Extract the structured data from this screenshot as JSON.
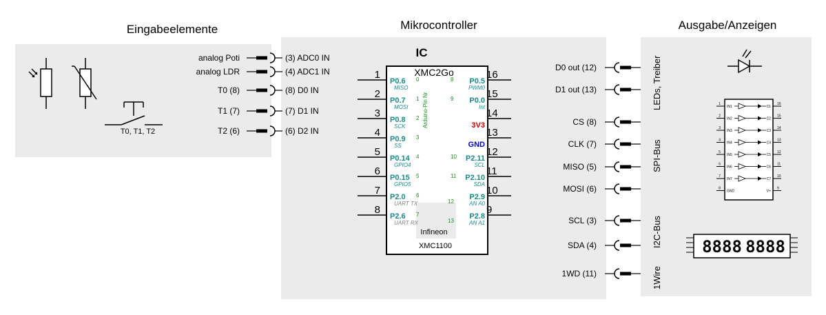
{
  "sections": {
    "input_title": "Eingabeelemente",
    "mcu_title": "Mikrocontroller",
    "output_title": "Ausgabe/Anzeigen"
  },
  "input_panel": {
    "switch_label": "T0, T1, T2"
  },
  "input_connectors": [
    {
      "signal": "analog Poti",
      "pin": "(3) ADC0 IN"
    },
    {
      "signal": "analog LDR",
      "pin": "(4) ADC1 IN"
    },
    {
      "signal": "T0 (8)",
      "pin": "(8) D0 IN"
    },
    {
      "signal": "T1 (7)",
      "pin": "(7) D1 IN"
    },
    {
      "signal": "T2 (6)",
      "pin": "(6) D2 IN"
    }
  ],
  "ic": {
    "heading": "IC",
    "name": "XMC2Go",
    "vertical_label": "Arduino-Pin Nr",
    "brand": "Infineon",
    "chip": "XMC1100",
    "left_pins": [
      {
        "num": "1",
        "name": "P0.6",
        "func": "MISO",
        "ard": "0"
      },
      {
        "num": "2",
        "name": "P0.7",
        "func": "MOSI",
        "ard": "1"
      },
      {
        "num": "3",
        "name": "P0.8",
        "func": "SCK",
        "ard": "2"
      },
      {
        "num": "4",
        "name": "P0.9",
        "func": "SS",
        "ard": "3"
      },
      {
        "num": "5",
        "name": "P0.14",
        "func": "GPIO4",
        "ard": "4"
      },
      {
        "num": "6",
        "name": "P0.15",
        "func": "GPIO5",
        "ard": "5"
      },
      {
        "num": "7",
        "name": "P2.0",
        "func": "UART TX",
        "ard": "6"
      },
      {
        "num": "8",
        "name": "P2.6",
        "func": "UART RX",
        "ard": "7"
      }
    ],
    "right_pins": [
      {
        "num": "16",
        "name": "P0.5",
        "func": "PWM0",
        "ard": "8"
      },
      {
        "num": "15",
        "name": "P0.0",
        "func": "Int",
        "ard": "9"
      },
      {
        "num": "14",
        "name": "3V3",
        "func": "",
        "ard": ""
      },
      {
        "num": "13",
        "name": "GND",
        "func": "",
        "ard": ""
      },
      {
        "num": "12",
        "name": "P2.11",
        "func": "SCL",
        "ard": "10"
      },
      {
        "num": "11",
        "name": "P2.10",
        "func": "SDA",
        "ard": "11"
      },
      {
        "num": "10",
        "name": "P2.9",
        "func": "AN A0",
        "ard": "12"
      },
      {
        "num": "9",
        "name": "P2.8",
        "func": "AN A1",
        "ard": "13"
      }
    ]
  },
  "output_connectors": [
    {
      "label": "D0 out (12)"
    },
    {
      "label": "D1 out (13)"
    },
    {
      "label": "CS (8)"
    },
    {
      "label": "CLK (7)"
    },
    {
      "label": "MISO (5)"
    },
    {
      "label": "MOSI (6)"
    },
    {
      "label": "SCL (3)"
    },
    {
      "label": "SDA (4)"
    },
    {
      "label": "1WD (11)"
    }
  ],
  "bus_labels": {
    "leds": "LEDs, Treiber",
    "spi": "SPI-Bus",
    "i2c": "I2C-Bus",
    "onewire": "1Wire"
  },
  "driver_chip": {
    "left_pins": [
      "1",
      "2",
      "3",
      "4",
      "5",
      "6",
      "7",
      "8"
    ],
    "left_names": [
      "IN1",
      "IN2",
      "IN3",
      "IN4",
      "IN5",
      "IN6",
      "IN7",
      "GND"
    ],
    "right_pins": [
      "16",
      "15",
      "14",
      "13",
      "12",
      "11",
      "10",
      "9"
    ],
    "right_names": [
      "C1",
      "C2",
      "C3",
      "C4",
      "C5",
      "C6",
      "C7",
      "V+"
    ]
  },
  "display": {
    "digits_left": "8888",
    "digits_right": "8888"
  },
  "colors": {
    "panel": "#ebebeb",
    "teal": "#1a8a8a",
    "green": "#1a8a1a",
    "red": "#cc0000",
    "blue": "#0000cc",
    "gray_text": "#808080"
  }
}
